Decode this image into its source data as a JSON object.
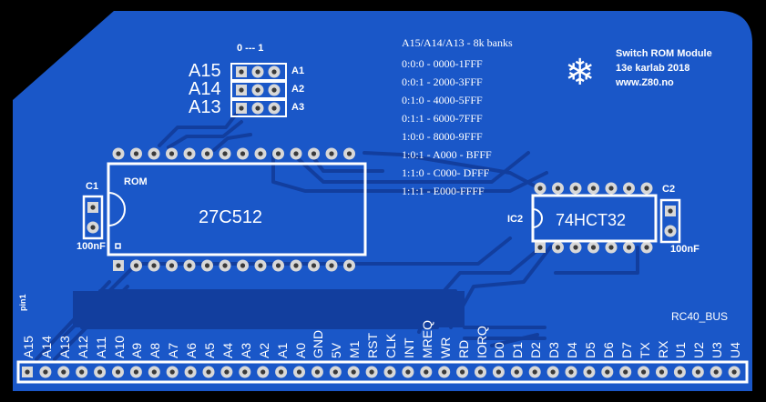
{
  "board": {
    "title": "Switch ROM Module",
    "author_line": "13e karlab 2018",
    "website": "www.Z80.no",
    "bus_name": "RC40_BUS",
    "pin1_label": "pin1"
  },
  "colors": {
    "background": "#000000",
    "board": "#1a57c8",
    "trace": "#123e9e",
    "silkscreen": "#ffffff",
    "pad": "#d8d8d8"
  },
  "jumper": {
    "header_label": "0 --- 1",
    "rows": [
      {
        "name": "A15",
        "tag": "A1"
      },
      {
        "name": "A14",
        "tag": "A2"
      },
      {
        "name": "A13",
        "tag": "A3"
      }
    ]
  },
  "bank_table": {
    "heading": "A15/A14/A13 - 8k banks",
    "entries": [
      "0:0:0 - 0000-1FFF",
      "0:0:1 - 2000-3FFF",
      "0:1:0 - 4000-5FFF",
      "0:1:1 - 6000-7FFF",
      "1:0:0 - 8000-9FFF",
      "1:0:1 - A000 - BFFF",
      "1:1:0 - C000- DFFF",
      "1:1:1 - E000-FFFF"
    ]
  },
  "rom": {
    "ref": "ROM",
    "part": "27C512"
  },
  "ic2": {
    "ref": "IC2",
    "part": "74HCT32"
  },
  "c1": {
    "ref": "C1",
    "value": "100nF"
  },
  "c2": {
    "ref": "C2",
    "value": "100nF"
  },
  "bus_pins": [
    "A15",
    "A14",
    "A13",
    "A12",
    "A11",
    "A10",
    "A9",
    "A8",
    "A7",
    "A6",
    "A5",
    "A4",
    "A3",
    "A2",
    "A1",
    "A0",
    "GND",
    "5V",
    "M1",
    "RST",
    "CLK",
    "INT",
    "MREQ",
    "WR",
    "RD",
    "IORQ",
    "D0",
    "D1",
    "D2",
    "D3",
    "D4",
    "D5",
    "D6",
    "D7",
    "TX",
    "RX",
    "U1",
    "U2",
    "U3",
    "U4"
  ]
}
